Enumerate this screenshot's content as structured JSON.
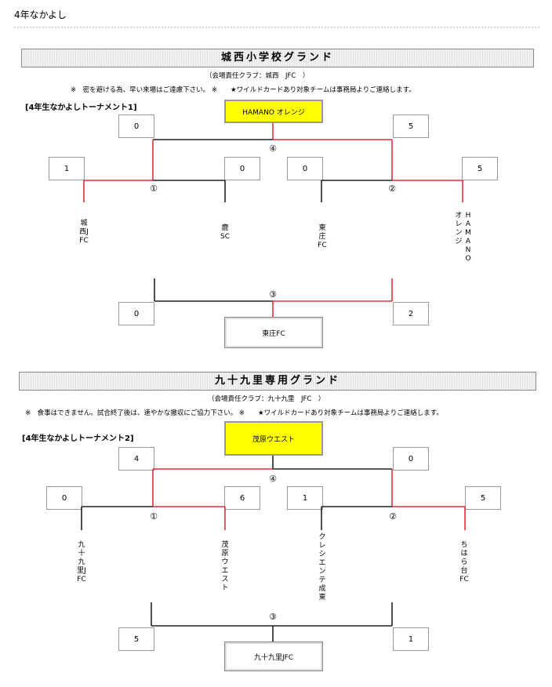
{
  "page": {
    "title": "4年なかよし"
  },
  "sections": [
    {
      "venue": "城西小学校グランド",
      "manager": "（会場責任クラブ：城西　JFC　）",
      "notice": "※　密を避ける為、早い来場はご遠慮下さい。 ※　　★ワイルドカードあり対象チームは事務局よりご連絡します。",
      "tournament_label": "[4年生なかよしトーナメント1]",
      "winner": "HAMANO オレンジ",
      "third_place_winner": "東庄FC",
      "teams": [
        "城西ＪＦＣ",
        "鹿　ＳＣ",
        "東庄ＦＣ",
        "HAMANOオレンジ"
      ],
      "teams_display": [
        "城西JFC",
        "鹿 SC",
        "東庄FC",
        "HAMANO|オレンジ"
      ],
      "scores": {
        "m1_left": "1",
        "m1_right": "0",
        "m2_left": "0",
        "m2_right": "5",
        "final_left": "0",
        "final_right": "5",
        "third_left": "0",
        "third_right": "2"
      },
      "match_numbers": [
        "①",
        "②",
        "③",
        "④"
      ]
    },
    {
      "venue": "九十九里専用グランド",
      "manager": "（会場責任クラブ：九十九里　JFC　）",
      "notice": "※　食事はできません。試合終了後は、速やかな撤収にご協力下さい。 ※　　★ワイルドカードあり対象チームは事務局よりご連絡します。",
      "tournament_label": "[4年生なかよしトーナメント2]",
      "winner": "茂原ウエスト",
      "third_place_winner": "九十九里JFC",
      "teams_display": [
        "九十九里JFC",
        "茂原ウエスト",
        "クレシエンテ成東",
        "ちはら台FC"
      ],
      "scores": {
        "m1_left": "0",
        "m1_right": "6",
        "m2_left": "1",
        "m2_right": "5",
        "final_left": "4",
        "final_right": "0",
        "third_left": "5",
        "third_right": "1"
      },
      "match_numbers": [
        "①",
        "②",
        "③",
        "④"
      ]
    }
  ],
  "colors": {
    "win_line": "#e0303a",
    "lose_line": "#222222",
    "winner_fill": "#ffff00"
  }
}
